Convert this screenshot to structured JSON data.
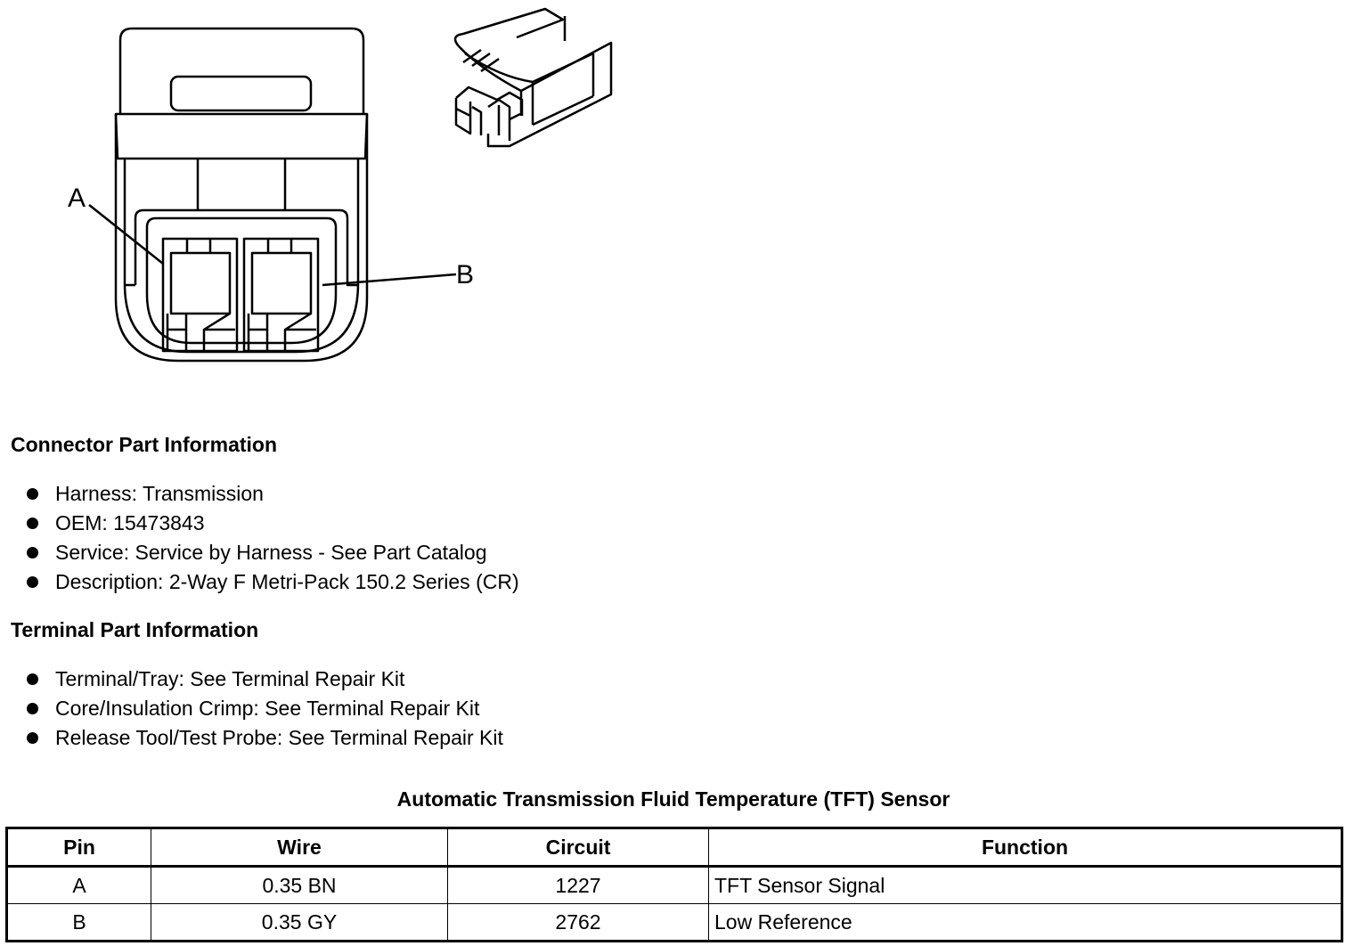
{
  "diagram": {
    "callouts": [
      "A",
      "B"
    ]
  },
  "connector_info": {
    "heading": "Connector Part Information",
    "items": [
      "Harness: Transmission",
      "OEM: 15473843",
      "Service: Service by Harness - See Part Catalog",
      "Description: 2-Way F Metri-Pack 150.2 Series (CR)"
    ]
  },
  "terminal_info": {
    "heading": "Terminal Part Information",
    "items": [
      "Terminal/Tray: See Terminal Repair Kit",
      "Core/Insulation Crimp: See Terminal Repair Kit",
      "Release Tool/Test Probe: See Terminal Repair Kit"
    ]
  },
  "table": {
    "title": "Automatic Transmission Fluid Temperature (TFT) Sensor",
    "headers": [
      "Pin",
      "Wire",
      "Circuit",
      "Function"
    ],
    "rows": [
      [
        "A",
        "0.35 BN",
        "1227",
        "TFT Sensor Signal"
      ],
      [
        "B",
        "0.35 GY",
        "2762",
        "Low Reference"
      ]
    ]
  }
}
